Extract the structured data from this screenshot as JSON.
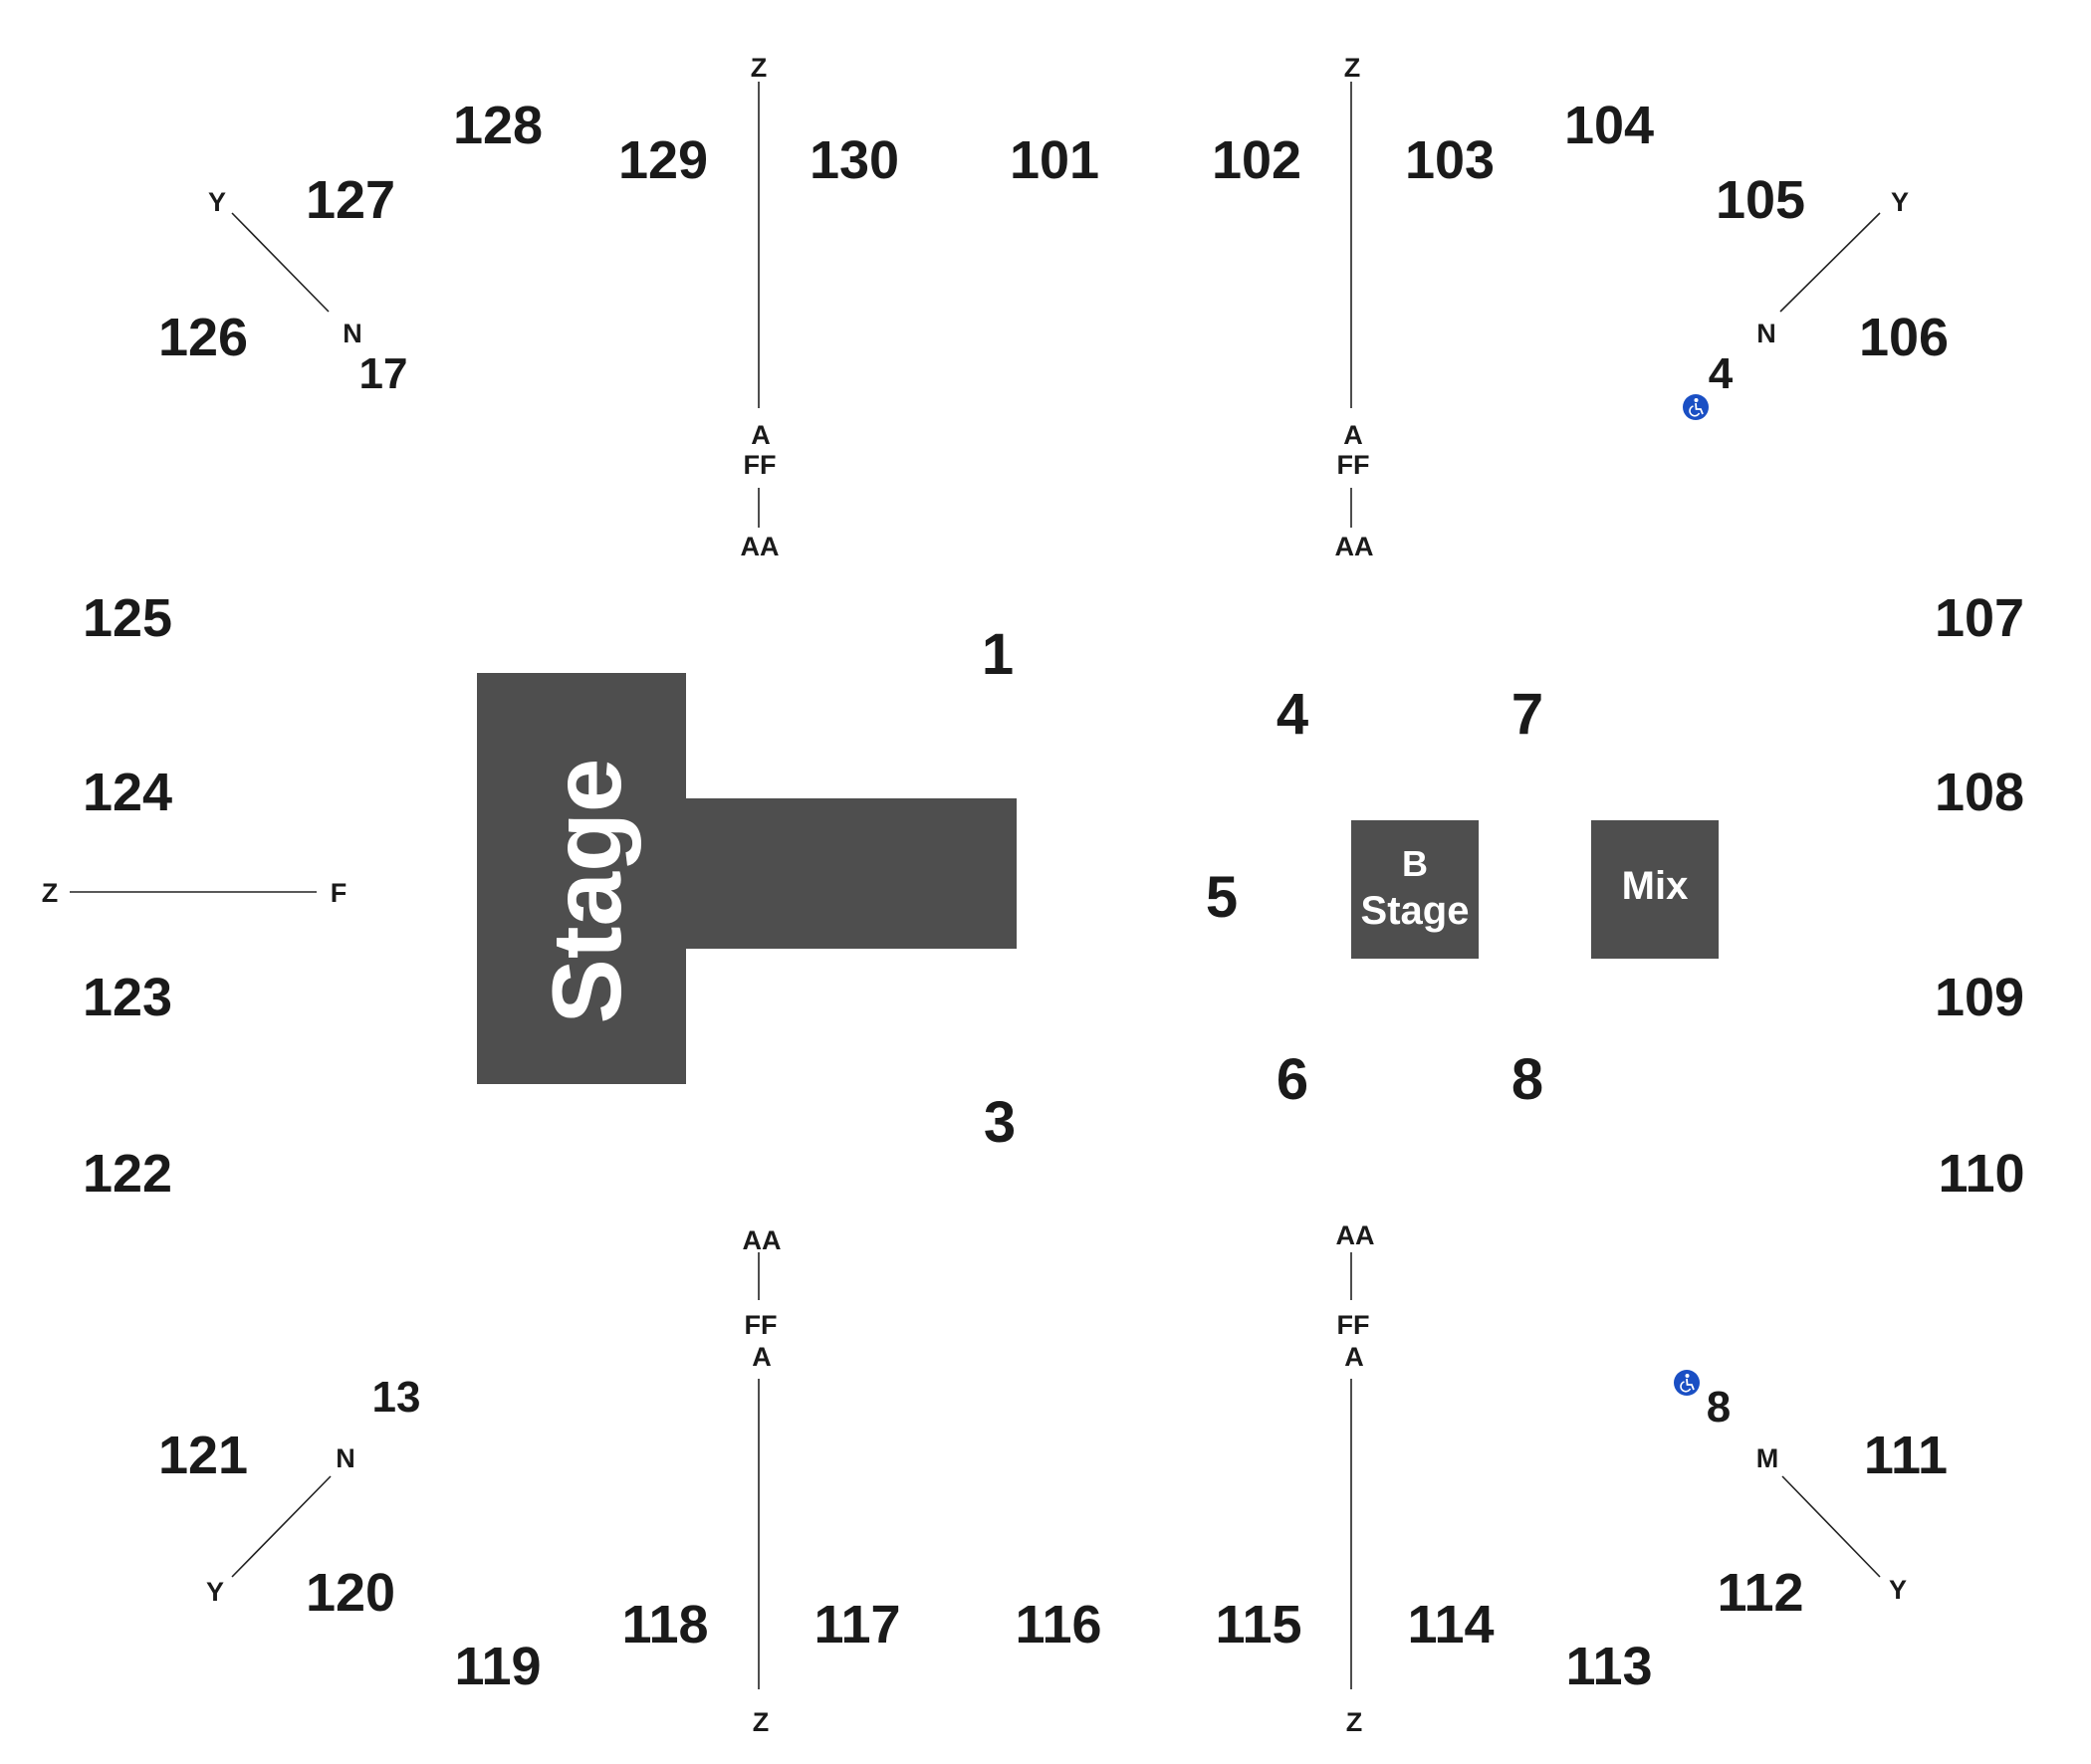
{
  "stage": {
    "label": "Stage"
  },
  "b_stage": {
    "line1": "B",
    "line2": "Stage"
  },
  "mix": {
    "label": "Mix"
  },
  "floor_sections": [
    "1",
    "3",
    "4",
    "5",
    "6",
    "7",
    "8"
  ],
  "sections": {
    "s101": "101",
    "s102": "102",
    "s103": "103",
    "s104": "104",
    "s105": "105",
    "s106": "106",
    "s107": "107",
    "s108": "108",
    "s109": "109",
    "s110": "110",
    "s111": "111",
    "s112": "112",
    "s113": "113",
    "s114": "114",
    "s115": "115",
    "s116": "116",
    "s117": "117",
    "s118": "118",
    "s119": "119",
    "s120": "120",
    "s121": "121",
    "s122": "122",
    "s123": "123",
    "s124": "124",
    "s125": "125",
    "s126": "126",
    "s127": "127",
    "s128": "128",
    "s129": "129",
    "s130": "130"
  },
  "seat_counts": {
    "nw": "17",
    "ne": "4",
    "sw": "13",
    "se": "8"
  },
  "row_labels": {
    "Z": "Z",
    "A": "A",
    "FF": "FF",
    "AA": "AA",
    "Y": "Y",
    "N": "N",
    "M": "M",
    "F": "F"
  },
  "colors": {
    "stage_fill": "#4e4e4e",
    "text": "#1a1a1a",
    "accessible": "#1a4fc4"
  },
  "icons": [
    "wheelchair-accessible-icon",
    "wheelchair-accessible-icon"
  ]
}
